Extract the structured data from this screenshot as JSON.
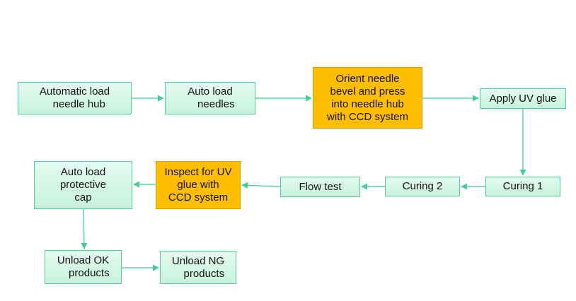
{
  "colors": {
    "green_fill": "#c6f2dd",
    "green_border": "#4fcf98",
    "orange_fill": "#ffbf00",
    "arrow": "#3fcf94"
  },
  "steps": {
    "auto_load_hub": [
      "Automatic load",
      "   needle hub"
    ],
    "auto_load_needles": [
      "Auto load",
      "    needles"
    ],
    "orient_bevel": [
      "Orient needle",
      "bevel and press",
      "into needle hub",
      "with CCD system"
    ],
    "apply_uv_glue": [
      "Apply UV glue"
    ],
    "curing_1": [
      "Curing 1"
    ],
    "curing_2": [
      "Curing 2"
    ],
    "flow_test": [
      "Flow test"
    ],
    "inspect_uv_glue": [
      "Inspect for UV",
      "glue with",
      "CCD system"
    ],
    "auto_load_cap": [
      "Auto load",
      "protective",
      "cap"
    ],
    "unload_ok": [
      "Unload OK",
      "    products"
    ],
    "unload_ng": [
      "Unload NG",
      "    products"
    ]
  }
}
